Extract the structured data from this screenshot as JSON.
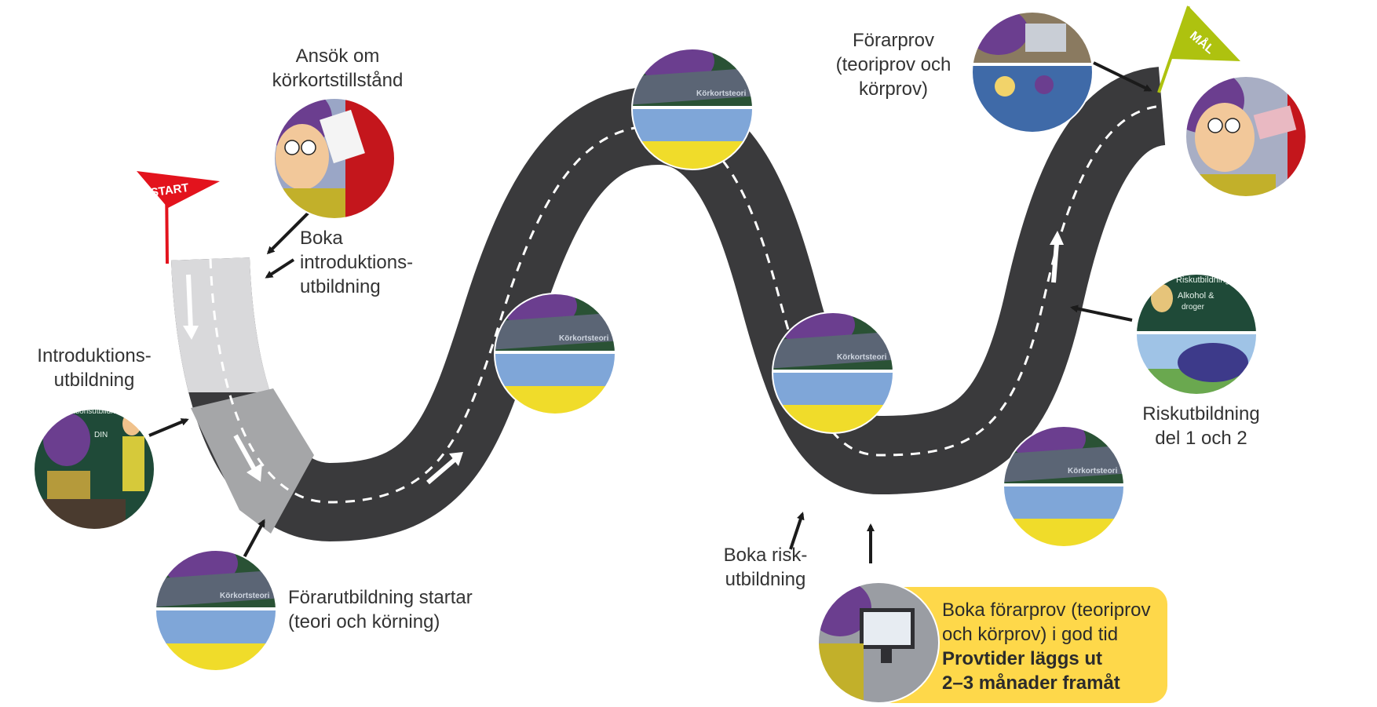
{
  "flags": {
    "start": {
      "text": "START",
      "color": "#e3131d"
    },
    "goal": {
      "text": "MÅL",
      "color": "#aec20f"
    }
  },
  "labels": {
    "apply": [
      "Ansök om",
      "körkortstillstånd"
    ],
    "book_intro": [
      "Boka",
      "introduktions-",
      "utbildning"
    ],
    "intro": [
      "Introduktions-",
      "utbildning"
    ],
    "driver_training": [
      "Förarutbildning startar",
      "(teori och körning)"
    ],
    "book_risk": [
      "Boka risk-",
      "utbildning"
    ],
    "risk": [
      "Riskutbildning",
      "del 1 och 2"
    ],
    "test": [
      "Förarprov",
      "(teoriprov och",
      "körprov)"
    ]
  },
  "callout": {
    "line1": "Boka förarprov (teoriprov",
    "line2": "och körprov) i god tid",
    "bold1": "Provtider läggs ut",
    "bold2": "2–3 månader framåt",
    "color": "#fed84a"
  },
  "illustrations": {
    "book_text": "Körkortsteori",
    "board_heading": "Introduktionsutbildning",
    "board_word": "DIN",
    "risk_board_heading": "Riskutbildning",
    "risk_board_words": [
      "Alkohol &",
      "droger"
    ]
  },
  "colors": {
    "road": "#3a3a3c",
    "road_light": "#d9d9db",
    "road_mid": "#a5a6a8",
    "purple_hair": "#6b3e8f",
    "yellow": "#fed84a"
  }
}
